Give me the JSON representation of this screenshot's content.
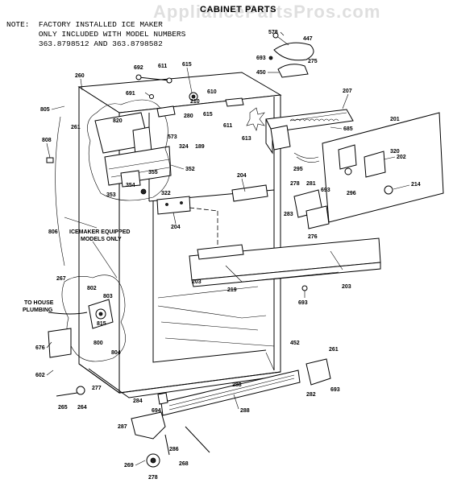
{
  "header": {
    "watermark": "AppliancePartsPros.com",
    "title": "CABINET PARTS",
    "note_lines": [
      "NOTE:  FACTORY INSTALLED ICE MAKER",
      "       ONLY INCLUDED WITH MODEL NUMBERS",
      "       363.8798512 AND 363.8798582"
    ]
  },
  "callouts": {
    "icemaker": [
      "ICEMAKER EQUIPPED",
      "MODELS ONLY"
    ],
    "plumbing": [
      "TO HOUSE",
      "PLUMBING"
    ]
  },
  "parts": {
    "p578": "578",
    "p447": "447",
    "p693a": "693",
    "p275": "275",
    "p450": "450",
    "p260": "260",
    "p692": "692",
    "p611a": "611",
    "p615a": "615",
    "p691": "691",
    "p610": "610",
    "p805": "805",
    "p261a": "261",
    "p820": "820",
    "p210": "210",
    "p615b": "615",
    "p611b": "611",
    "p280": "280",
    "p613": "613",
    "p207": "207",
    "p685": "685",
    "p201": "201",
    "p573": "573",
    "p324": "324",
    "p189": "189",
    "p808": "808",
    "p355": "355",
    "p352": "352",
    "p320": "320",
    "p202": "202",
    "p354": "354",
    "p353": "353",
    "p322": "322",
    "p295": "295",
    "p204a": "204",
    "p278": "278",
    "p281a": "281",
    "p693b": "693",
    "p296": "296",
    "p214": "214",
    "p806": "806",
    "p204b": "204",
    "p283": "283",
    "p276": "276",
    "p267": "267",
    "p203a": "203",
    "p219": "219",
    "p203b": "203",
    "p802": "802",
    "p803": "803",
    "p693c": "693",
    "p815": "815",
    "p800": "800",
    "p804": "804",
    "p676": "676",
    "p452": "452",
    "p261b": "261",
    "p602": "602",
    "p277": "277",
    "p288a": "288",
    "p693d": "693",
    "p282": "282",
    "p284": "284",
    "p694": "694",
    "p265": "265",
    "p264": "264",
    "p288b": "288",
    "p287": "287",
    "p286": "286",
    "p269": "269",
    "p278b": "278",
    "p268": "268"
  }
}
